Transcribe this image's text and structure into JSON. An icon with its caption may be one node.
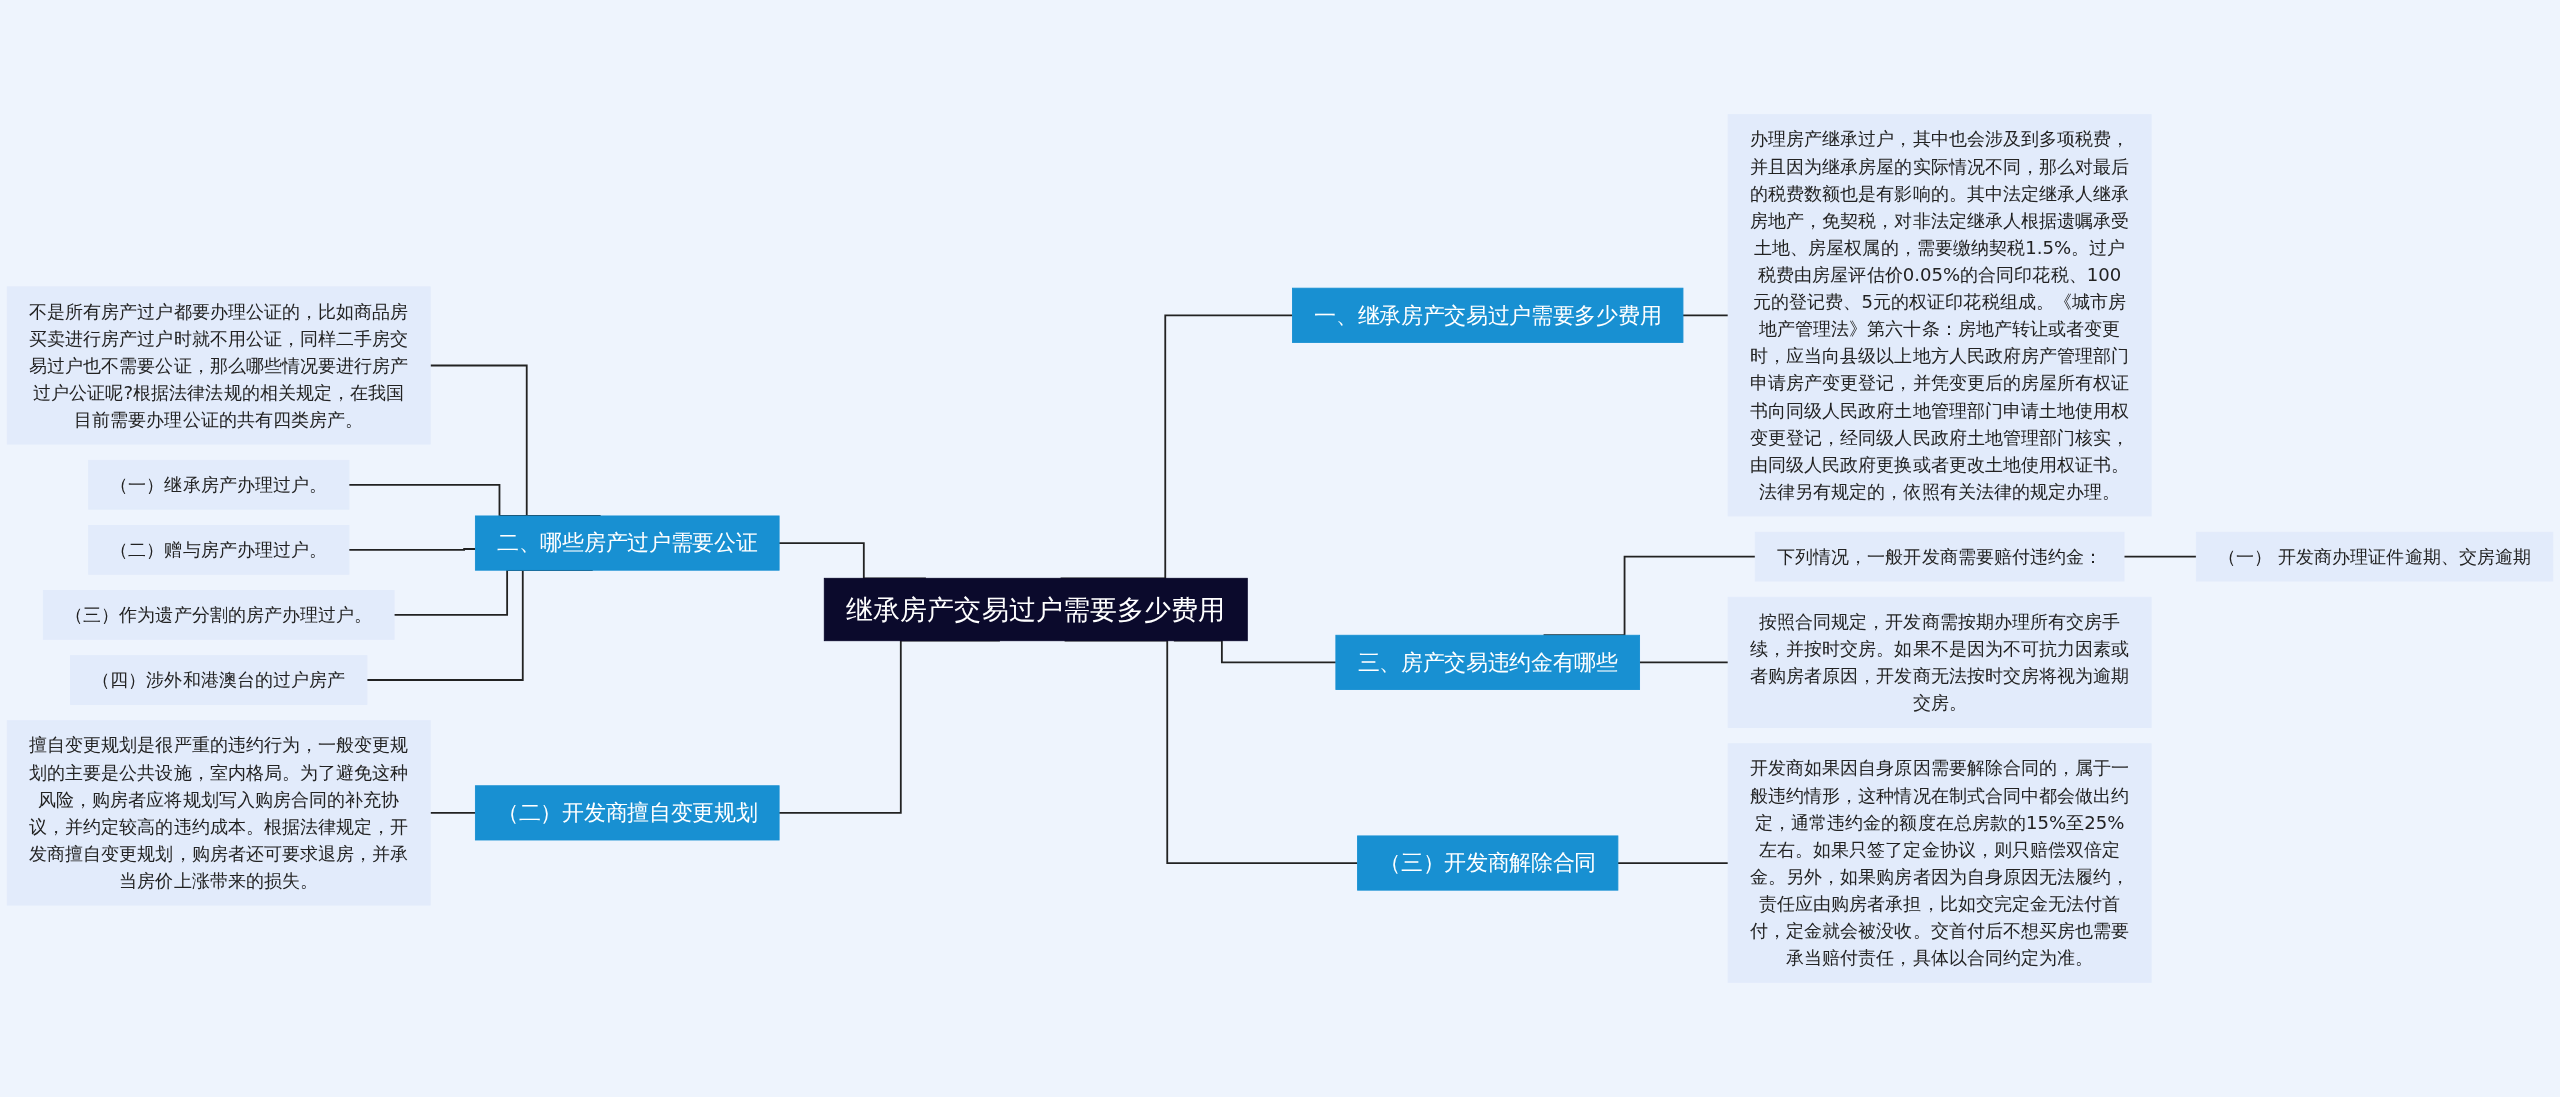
{
  "diagram": {
    "nodes": [
      {
        "text": [
          "继承房产交易过户需要多少费用"
        ]
      },
      {
        "text": [
          "一、继承房产交易过户需要多少费用"
        ]
      },
      {
        "text": [
          "办理房产继承过户，其中也会涉及到多项税费，并且因为继承房屋的实际情况不同，那么对最后的税费数额也是有影响的。其中法定继承人继承房地产，免契税，对非法定继承人根据遗嘱承受土地、房屋权属的，需要缴纳契税1.5%。过户税费由房屋评估价0.05%的合同印花税、100元的登记费、5元的权证印花税组成。《城市房地产管理法》第六十条：房地产转让或者变更时，应当向县级以上地方人民政府房产管理部门申请房产变更登记，并凭变更后的房屋所有权证书向同级人民政府土地管理部门申请土地使用权变更登记，经同级人民政府土地管理部门核实，由同级人民政府更换或者更改土地使用权证书。法律另有规定的，依照有关法律的规定办理。"
        ]
      },
      {
        "text": [
          "二、哪些房产过户需要公证"
        ]
      },
      {
        "text": [
          "不是所有房产过户都要办理公证的，比如商品房买卖进行房产过户时就不用公证，同样二手房交易过户也不需要公证，那么哪些情况要进行房产过户公证呢?根据法律法规的相关规定，在我国目前需要办理公证的共有四类房产。"
        ]
      },
      {
        "text": [
          "（一）继承房产办理过户。"
        ]
      },
      {
        "text": [
          "（二）赠与房产办理过户。"
        ]
      },
      {
        "text": [
          "（三）作为遗产分割的房产办理过户。"
        ]
      },
      {
        "text": [
          "（四）涉外和港澳台的过户房产"
        ]
      },
      {
        "text": [
          "三、房产交易违约金有哪些"
        ]
      },
      {
        "text": [
          "下列情况，一般开发商需要赔付违约金："
        ]
      },
      {
        "text": [
          "（一） 开发商办理证件逾期、交房逾期"
        ]
      },
      {
        "text": [
          "按照合同规定，开发商需按期办理所有交房手续，并按时交房。如果不是因为不可抗力因素或者购房者原因，开发商无法按时交房将视为逾期交房。"
        ]
      },
      {
        "text": [
          "（二）开发商擅自变更规划"
        ]
      },
      {
        "text": [
          "擅自变更规划是很严重的违约行为，一般变更规划的主要是公共设施，室内格局。为了避免这种风险，购房者应将规划写入购房合同的补充协议，并约定较高的违约成本。根据法律规定，开发商擅自变更规划，购房者还可要求退房，并承当房价上涨带来的损失。"
        ]
      },
      {
        "text": [
          "（三）开发商解除合同"
        ]
      },
      {
        "text": [
          "开发商如果因自身原因需要解除合同的，属于一般违约情形，这种情况在制式合同中都会做出约定，通常违约金的额度在总房款的15%至25%左右。如果只签了定金协议，则只赔偿双倍定金。另外，如果购房者因为自身原因无法履约，责任应由购房者承担，比如交完定金无法付首付，定金就会被没收。交首付后不想买房也需要承当赔付责任，具体以合同约定为准。"
        ]
      }
    ],
    "edges": [
      {
        "from": 0,
        "to": 1,
        "arrow": "none"
      },
      {
        "from": 1,
        "to": 2,
        "arrow": "none"
      },
      {
        "from": 0,
        "to": 3,
        "arrow": "none"
      },
      {
        "from": 3,
        "to": 4,
        "arrow": "none"
      },
      {
        "from": 3,
        "to": 5,
        "arrow": "none"
      },
      {
        "from": 3,
        "to": 6,
        "arrow": "none"
      },
      {
        "from": 3,
        "to": 7,
        "arrow": "none"
      },
      {
        "from": 3,
        "to": 8,
        "arrow": "none"
      },
      {
        "from": 0,
        "to": 9,
        "arrow": "none"
      },
      {
        "from": 9,
        "to": 10,
        "arrow": "none"
      },
      {
        "from": 10,
        "to": 11,
        "arrow": "none"
      },
      {
        "from": 9,
        "to": 12,
        "arrow": "none"
      },
      {
        "from": 0,
        "to": 13,
        "arrow": "none"
      },
      {
        "from": 13,
        "to": 14,
        "arrow": "none"
      },
      {
        "from": 0,
        "to": 15,
        "arrow": "none"
      },
      {
        "from": 15,
        "to": 16,
        "arrow": "none"
      }
    ]
  }
}
